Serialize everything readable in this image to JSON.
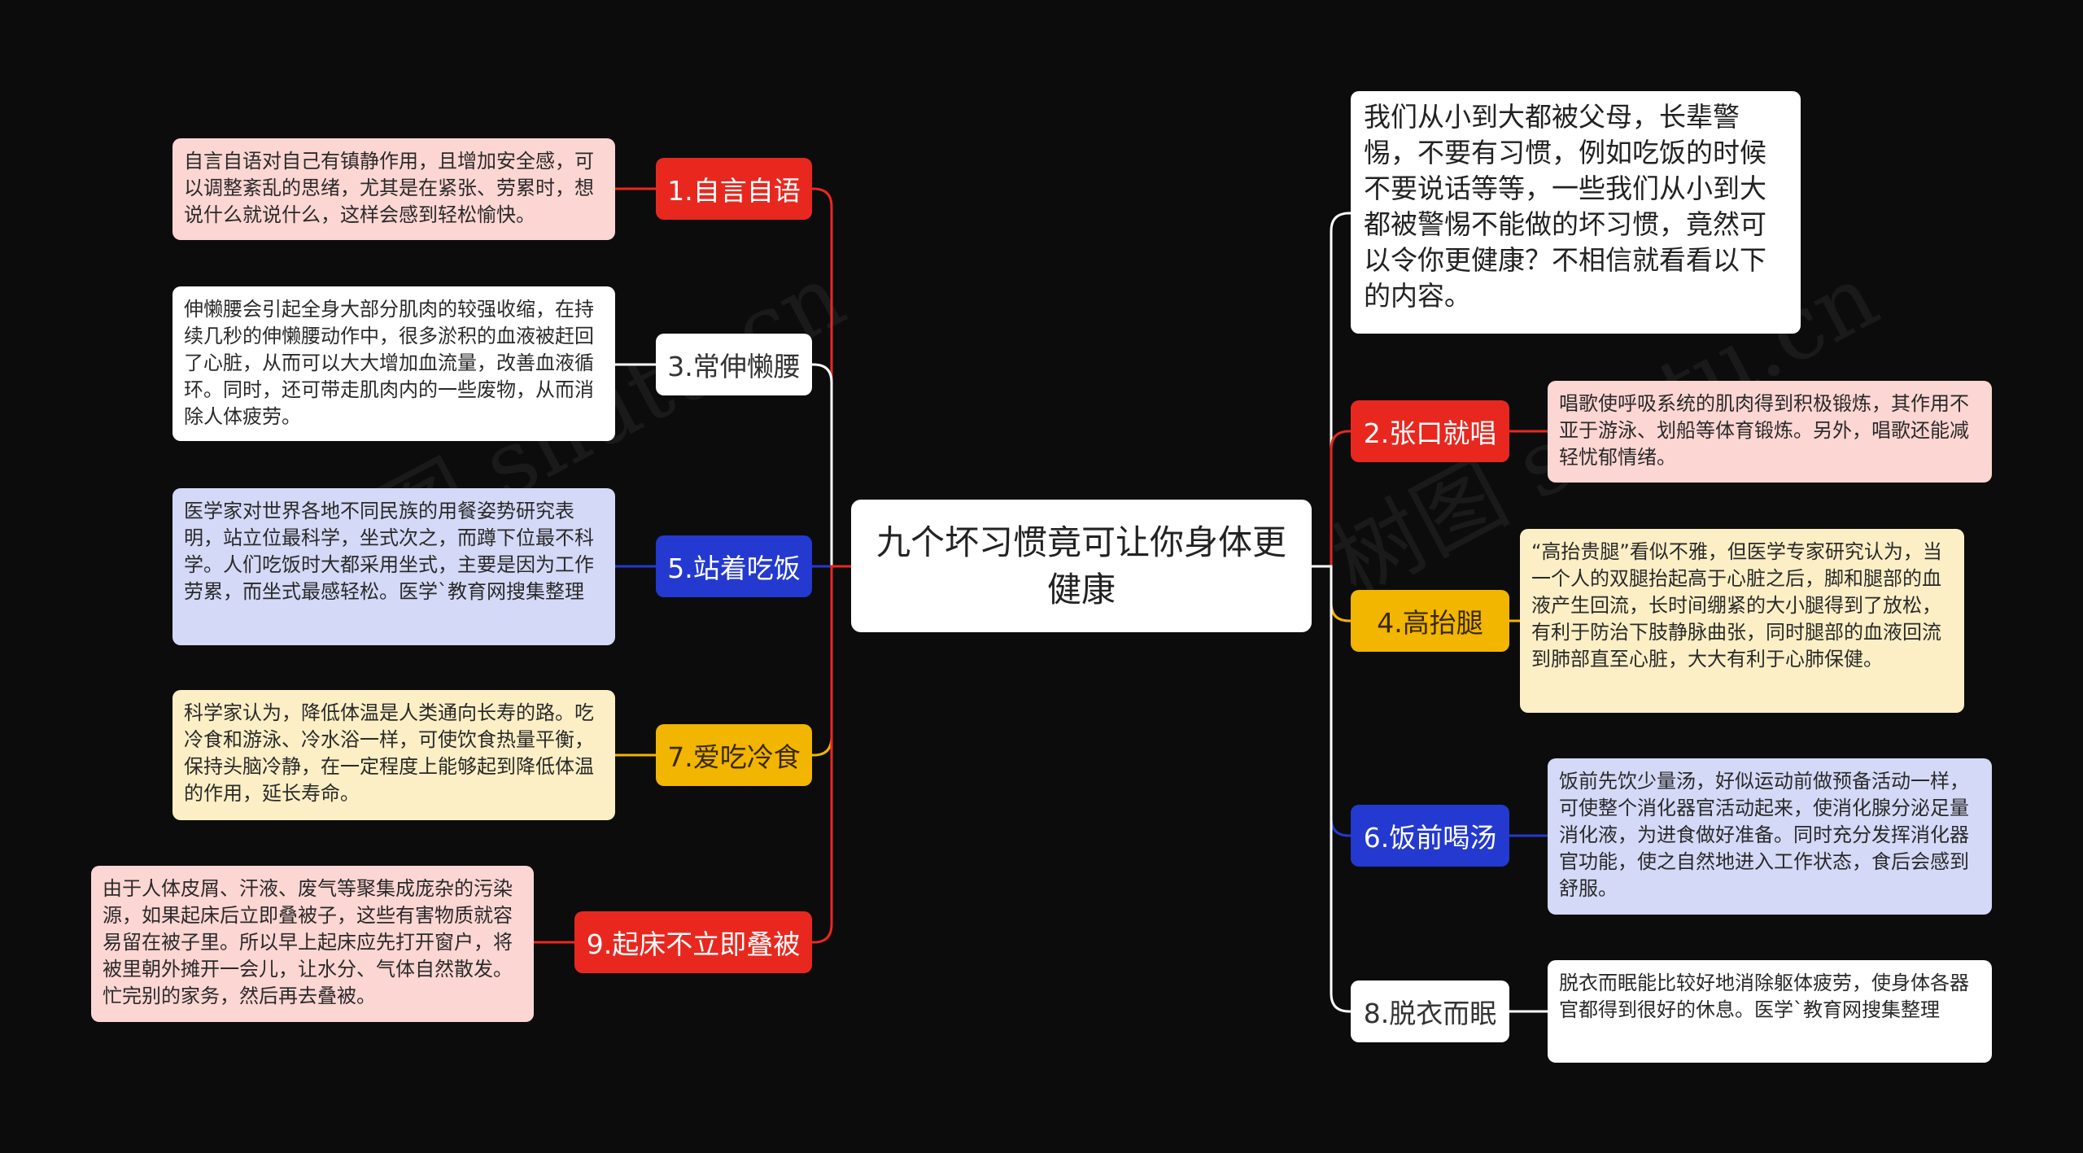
{
  "center": {
    "title": "九个坏习惯竟可让你身体更健康"
  },
  "intro": "我们从小到大都被父母，长辈警惕，不要有习惯，例如吃饭的时候不要说话等等，一些我们从小到大都被警惕不能做的坏习惯，竟然可以令你更健康？不相信就看看以下的内容。",
  "colors": {
    "red": "#e8281f",
    "white": "#ffffff",
    "blue": "#2339d0",
    "yellow": "#f2b500"
  },
  "left": [
    {
      "label": "1.自言自语",
      "color": "red",
      "text": "自言自语对自己有镇静作用，且增加安全感，可以调整紊乱的思绪，尤其是在紧张、劳累时，想说什么就说什么，这样会感到轻松愉快。"
    },
    {
      "label": "3.常伸懒腰",
      "color": "white",
      "text": "伸懒腰会引起全身大部分肌肉的较强收缩，在持续几秒的伸懒腰动作中，很多淤积的血液被赶回了心脏，从而可以大大增加血流量，改善血液循环。同时，还可带走肌肉内的一些废物，从而消除人体疲劳。"
    },
    {
      "label": "5.站着吃饭",
      "color": "blue",
      "text": "医学家对世界各地不同民族的用餐姿势研究表明，站立位最科学，坐式次之，而蹲下位最不科学。人们吃饭时大都采用坐式，主要是因为工作劳累，而坐式最感轻松。医学`教育网搜集整理"
    },
    {
      "label": "7.爱吃冷食",
      "color": "yellow",
      "text": "科学家认为，降低体温是人类通向长寿的路。吃冷食和游泳、冷水浴一样，可使饮食热量平衡，保持头脑冷静，在一定程度上能够起到降低体温的作用，延长寿命。"
    },
    {
      "label": "9.起床不立即叠被",
      "color": "red",
      "text": "由于人体皮屑、汗液、废气等聚集成庞杂的污染源，如果起床后立即叠被子，这些有害物质就容易留在被子里。所以早上起床应先打开窗户，将被里朝外摊开一会儿，让水分、气体自然散发。忙完别的家务，然后再去叠被。"
    }
  ],
  "right": [
    {
      "label": "2.张口就唱",
      "color": "red",
      "text": "唱歌使呼吸系统的肌肉得到积极锻炼，其作用不亚于游泳、划船等体育锻炼。另外，唱歌还能减轻忧郁情绪。"
    },
    {
      "label": "4.高抬腿",
      "color": "yellow",
      "text": "“高抬贵腿”看似不雅，但医学专家研究认为，当一个人的双腿抬起高于心脏之后，脚和腿部的血液产生回流，长时间绷紧的大小腿得到了放松，有利于防治下肢静脉曲张，同时腿部的血液回流到肺部直至心脏，大大有利于心肺保健。"
    },
    {
      "label": "6.饭前喝汤",
      "color": "blue",
      "text": "饭前先饮少量汤，好似运动前做预备活动一样，可使整个消化器官活动起来，使消化腺分泌足量消化液，为进食做好准备。同时充分发挥消化器官功能，使之自然地进入工作状态，食后会感到舒服。"
    },
    {
      "label": "8.脱衣而眠",
      "color": "white",
      "text": "脱衣而眠能比较好地消除躯体疲劳，使身体各器官都得到很好的休息。医学`教育网搜集整理"
    }
  ]
}
